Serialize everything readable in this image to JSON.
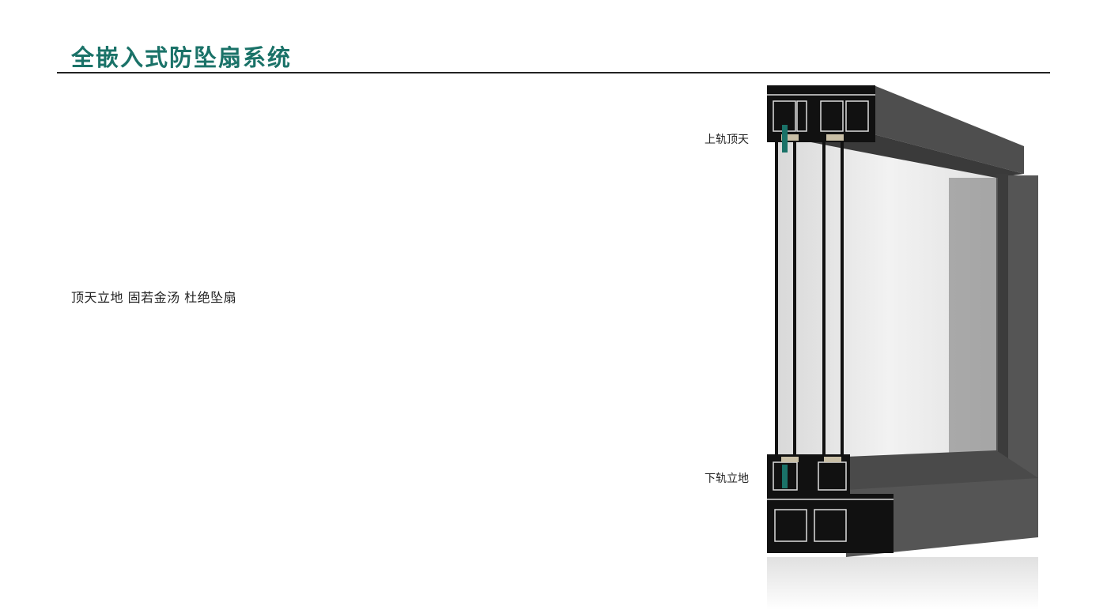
{
  "header": {
    "title": "全嵌入式防坠扇系统"
  },
  "main": {
    "slogan": "顶天立地 固若金汤 杜绝坠扇"
  },
  "illustration": {
    "label_top": "上轨顶天",
    "label_bottom": "下轨立地"
  },
  "colors": {
    "accent": "#1a7268",
    "frame": "#4a4a4a"
  }
}
